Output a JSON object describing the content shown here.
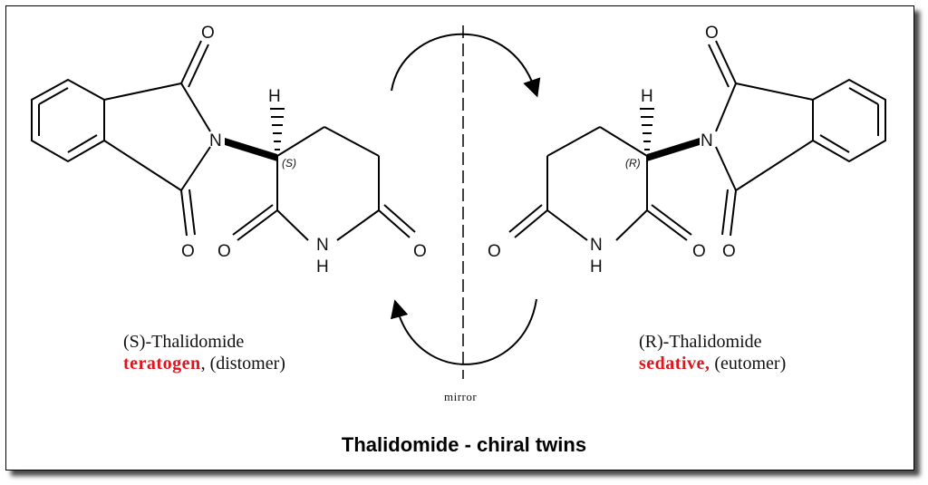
{
  "title": "Thalidomide - chiral twins",
  "mirror_label": "mirror",
  "left": {
    "name": "(S)-Thalidomide",
    "effect": "teratogen",
    "sep": ", ",
    "role": "(distomer)",
    "stereo_label": "(S)"
  },
  "right": {
    "name": "(R)-Thalidomide",
    "effect": "sedative,",
    "sep": " ",
    "role": "(eutomer)",
    "stereo_label": "(R)"
  },
  "atoms": {
    "oxygen": "O",
    "nitrogen": "N",
    "hydrogen": "H"
  },
  "colors": {
    "highlight": "#e0141c"
  }
}
